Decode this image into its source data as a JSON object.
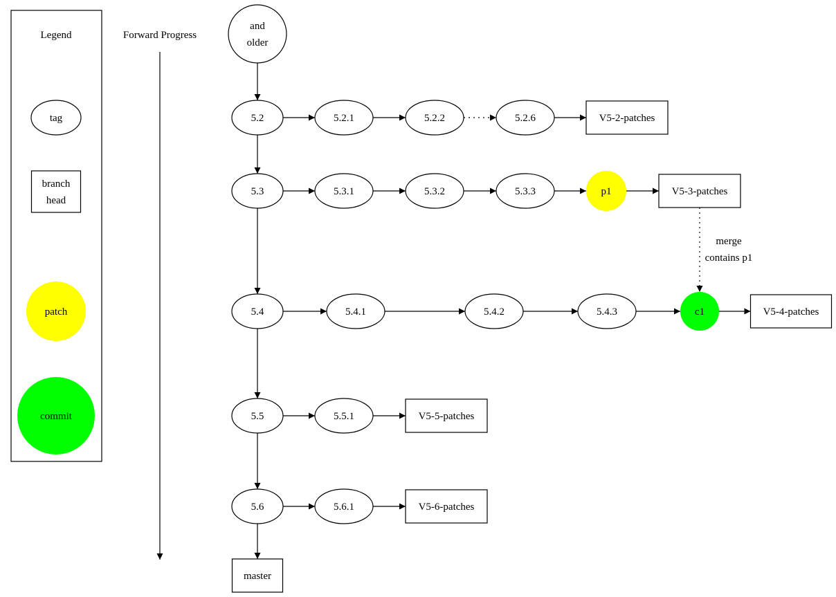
{
  "legend": {
    "title": "Legend",
    "items": [
      {
        "id": "lg-tag",
        "label": [
          "tag"
        ],
        "shape": "ellipse",
        "fill": "#ffffff"
      },
      {
        "id": "lg-branch",
        "label": [
          "branch",
          "head"
        ],
        "shape": "box",
        "fill": "#ffffff"
      },
      {
        "id": "lg-patch",
        "label": [
          "patch"
        ],
        "shape": "circle",
        "fill": "#ffff00"
      },
      {
        "id": "lg-commit",
        "label": [
          "commit"
        ],
        "shape": "circle",
        "fill": "#00ff00"
      }
    ]
  },
  "progress_label": "Forward Progress",
  "colors": {
    "patch": "#ffff00",
    "commit": "#00ff00",
    "line": "#000000"
  },
  "nodes": [
    {
      "id": "older",
      "label": [
        "and",
        "older"
      ],
      "shape": "circle"
    },
    {
      "id": "5.2",
      "label": [
        "5.2"
      ],
      "shape": "ellipse"
    },
    {
      "id": "5.2.1",
      "label": [
        "5.2.1"
      ],
      "shape": "ellipse"
    },
    {
      "id": "5.2.2",
      "label": [
        "5.2.2"
      ],
      "shape": "ellipse"
    },
    {
      "id": "5.2.6",
      "label": [
        "5.2.6"
      ],
      "shape": "ellipse"
    },
    {
      "id": "V5-2-patches",
      "label": [
        "V5-2-patches"
      ],
      "shape": "box"
    },
    {
      "id": "5.3",
      "label": [
        "5.3"
      ],
      "shape": "ellipse"
    },
    {
      "id": "5.3.1",
      "label": [
        "5.3.1"
      ],
      "shape": "ellipse"
    },
    {
      "id": "5.3.2",
      "label": [
        "5.3.2"
      ],
      "shape": "ellipse"
    },
    {
      "id": "5.3.3",
      "label": [
        "5.3.3"
      ],
      "shape": "ellipse"
    },
    {
      "id": "p1",
      "label": [
        "p1"
      ],
      "shape": "circle",
      "fill": "#ffff00"
    },
    {
      "id": "V5-3-patches",
      "label": [
        "V5-3-patches"
      ],
      "shape": "box"
    },
    {
      "id": "5.4",
      "label": [
        "5.4"
      ],
      "shape": "ellipse"
    },
    {
      "id": "5.4.1",
      "label": [
        "5.4.1"
      ],
      "shape": "ellipse"
    },
    {
      "id": "5.4.2",
      "label": [
        "5.4.2"
      ],
      "shape": "ellipse"
    },
    {
      "id": "5.4.3",
      "label": [
        "5.4.3"
      ],
      "shape": "ellipse"
    },
    {
      "id": "c1",
      "label": [
        "c1"
      ],
      "shape": "circle",
      "fill": "#00ff00"
    },
    {
      "id": "V5-4-patches",
      "label": [
        "V5-4-patches"
      ],
      "shape": "box"
    },
    {
      "id": "5.5",
      "label": [
        "5.5"
      ],
      "shape": "ellipse"
    },
    {
      "id": "5.5.1",
      "label": [
        "5.5.1"
      ],
      "shape": "ellipse"
    },
    {
      "id": "V5-5-patches",
      "label": [
        "V5-5-patches"
      ],
      "shape": "box"
    },
    {
      "id": "5.6",
      "label": [
        "5.6"
      ],
      "shape": "ellipse"
    },
    {
      "id": "5.6.1",
      "label": [
        "5.6.1"
      ],
      "shape": "ellipse"
    },
    {
      "id": "V5-6-patches",
      "label": [
        "V5-6-patches"
      ],
      "shape": "box"
    },
    {
      "id": "master",
      "label": [
        "master"
      ],
      "shape": "box"
    }
  ],
  "edges": [
    {
      "from": "older",
      "to": "5.2"
    },
    {
      "from": "5.2",
      "to": "5.3"
    },
    {
      "from": "5.3",
      "to": "5.4"
    },
    {
      "from": "5.4",
      "to": "5.5"
    },
    {
      "from": "5.5",
      "to": "5.6"
    },
    {
      "from": "5.6",
      "to": "master"
    },
    {
      "from": "5.2",
      "to": "5.2.1"
    },
    {
      "from": "5.2.1",
      "to": "5.2.2"
    },
    {
      "from": "5.2.2",
      "to": "5.2.6",
      "style": "dotted"
    },
    {
      "from": "5.2.6",
      "to": "V5-2-patches"
    },
    {
      "from": "5.3",
      "to": "5.3.1"
    },
    {
      "from": "5.3.1",
      "to": "5.3.2"
    },
    {
      "from": "5.3.2",
      "to": "5.3.3"
    },
    {
      "from": "5.3.3",
      "to": "p1"
    },
    {
      "from": "p1",
      "to": "V5-3-patches"
    },
    {
      "from": "V5-3-patches",
      "to": "c1",
      "style": "dotted",
      "label": [
        "merge",
        "contains p1"
      ]
    },
    {
      "from": "5.4",
      "to": "5.4.1"
    },
    {
      "from": "5.4.1",
      "to": "5.4.2"
    },
    {
      "from": "5.4.2",
      "to": "5.4.3"
    },
    {
      "from": "5.4.3",
      "to": "c1"
    },
    {
      "from": "c1",
      "to": "V5-4-patches"
    },
    {
      "from": "5.5",
      "to": "5.5.1"
    },
    {
      "from": "5.5.1",
      "to": "V5-5-patches"
    },
    {
      "from": "5.6",
      "to": "5.6.1"
    },
    {
      "from": "5.6.1",
      "to": "V5-6-patches"
    }
  ]
}
